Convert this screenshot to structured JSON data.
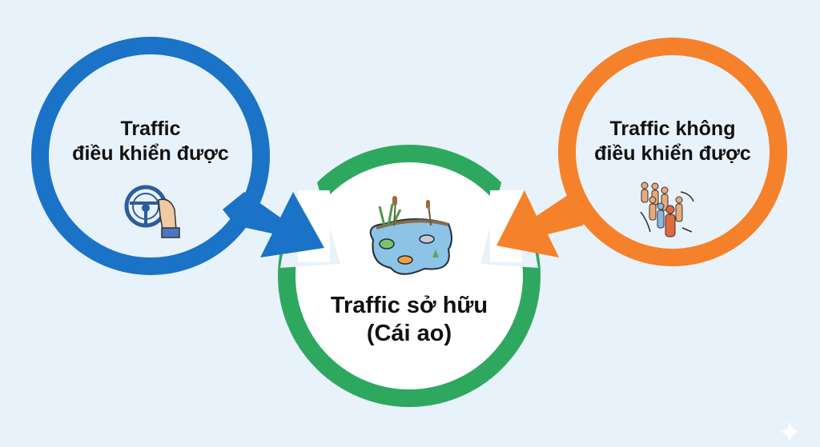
{
  "nodes": {
    "controlled": {
      "line1": "Traffic",
      "line2": "điều khiển được",
      "icon": "steering-wheel-icon",
      "color": "#1a73c6"
    },
    "uncontrolled": {
      "line1": "Traffic không",
      "line2": "điều khiển được",
      "icon": "crowd-icon",
      "color": "#f5812a"
    },
    "owned": {
      "line1": "Traffic sở hữu",
      "line2": "(Cái ao)",
      "icon": "pond-icon",
      "color": "#2fa85f"
    }
  },
  "background": "#e8f2fa"
}
